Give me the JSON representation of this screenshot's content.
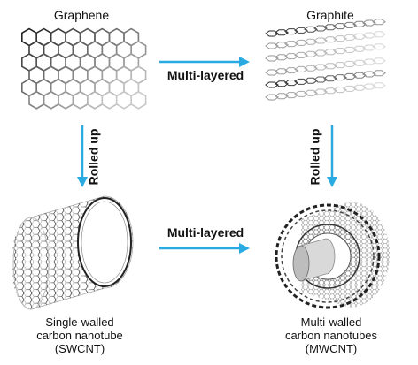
{
  "nodes": {
    "graphene": "Graphene",
    "graphite": "Graphite",
    "swcnt": [
      "Single-walled",
      "carbon nanotube",
      "(SWCNT)"
    ],
    "mwcnt": [
      "Multi-walled",
      "carbon nanotubes",
      "(MWCNT)"
    ]
  },
  "edges": {
    "top": "Multi-layered",
    "bottom": "Multi-layered",
    "left": "Rolled up",
    "right": "Rolled up"
  },
  "colors": {
    "arrow": "#29ABE2",
    "dark": "#333333",
    "light": "#bbbbbb"
  }
}
